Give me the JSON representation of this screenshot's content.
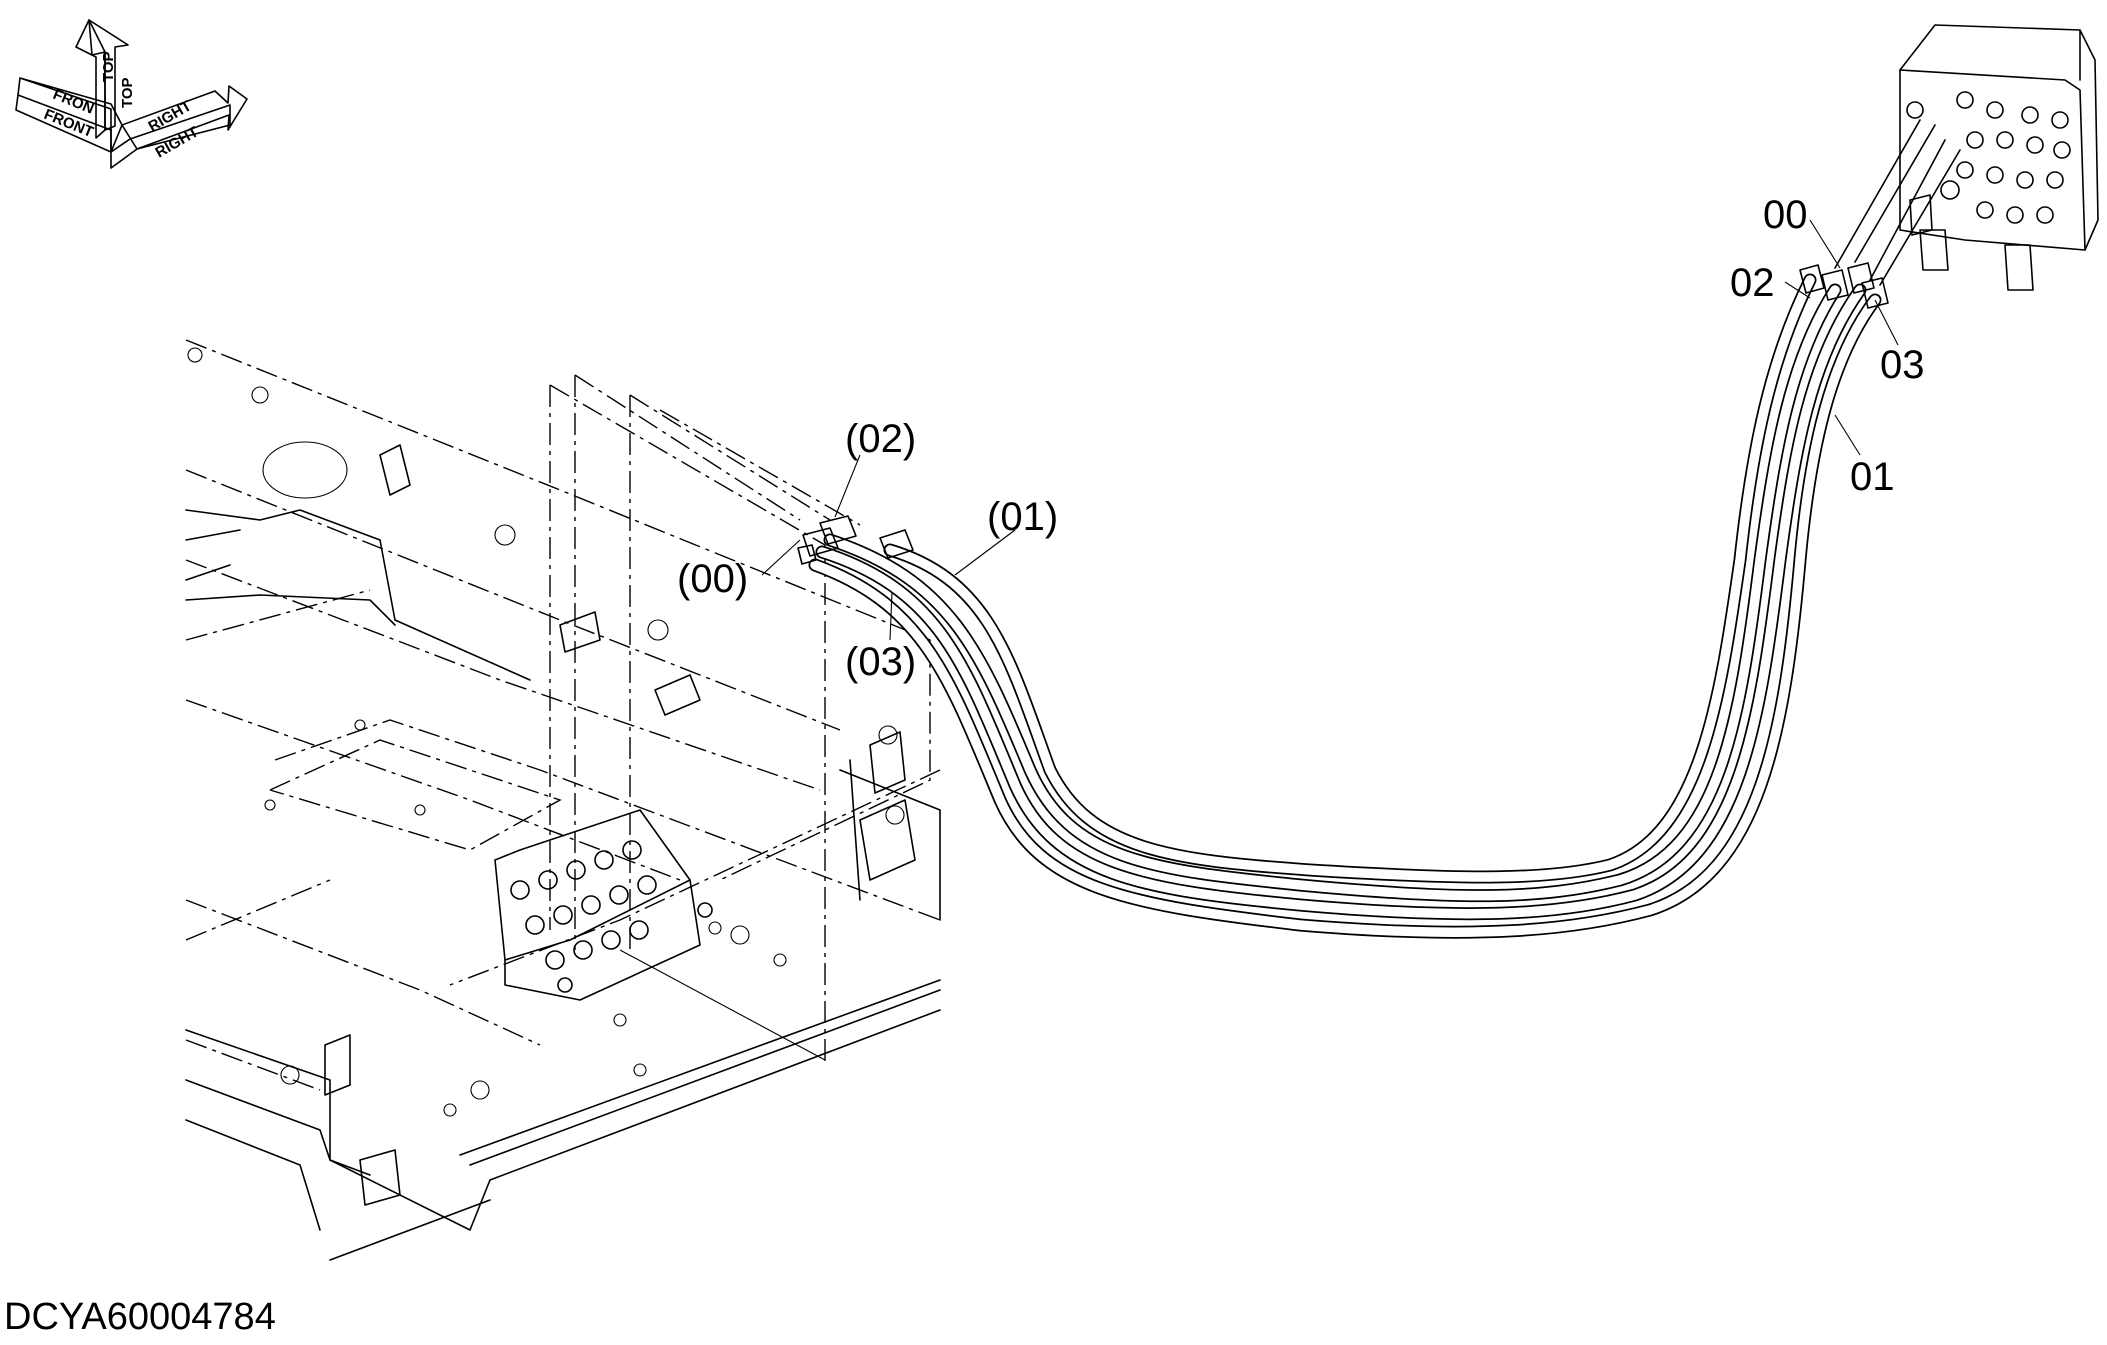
{
  "orientation": {
    "front": "FRONT",
    "front_cut": "FRON",
    "top": "TOP",
    "top_cut": "TOP",
    "right": "RIGHT",
    "right_cut": "RIGHT"
  },
  "callouts": {
    "left_00": "(00)",
    "left_01": "(01)",
    "left_02": "(02)",
    "left_03": "(03)",
    "right_00": "00",
    "right_01": "01",
    "right_02": "02",
    "right_03": "03"
  },
  "drawing_id": "DCYA60004784"
}
